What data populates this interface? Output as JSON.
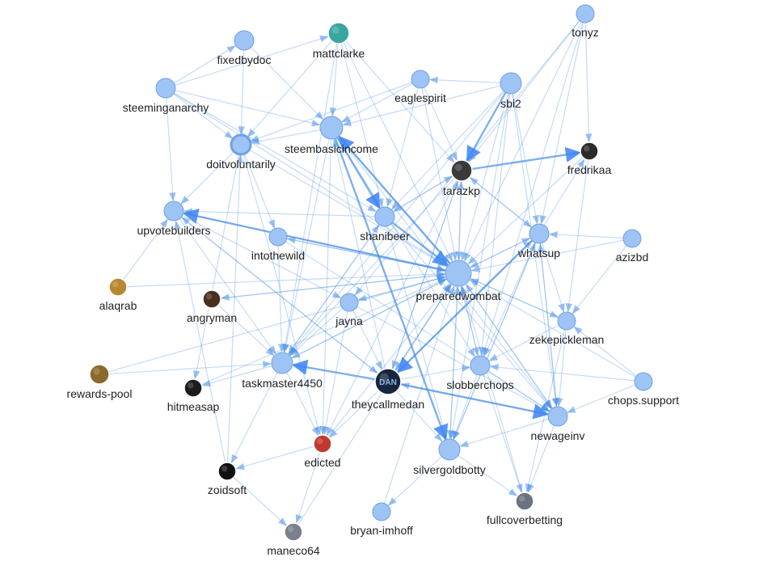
{
  "graph": {
    "colors": {
      "node_fill": "#9ec3f5",
      "node_stroke": "#6fa1e6",
      "edge": "#4a8fe7",
      "label": "#222222"
    },
    "nodes": [
      {
        "id": "tonyz",
        "label": "tonyz",
        "avatar": false
      },
      {
        "id": "fixedbydoc",
        "label": "fixedbydoc",
        "avatar": false
      },
      {
        "id": "mattclarke",
        "label": "mattclarke",
        "avatar": true,
        "avatar_color": "#3aa6a0"
      },
      {
        "id": "eaglespirit",
        "label": "eaglespirit",
        "avatar": false
      },
      {
        "id": "sbi2",
        "label": "sbi2",
        "avatar": false
      },
      {
        "id": "steeminganarchy",
        "label": "steeminganarchy",
        "avatar": false
      },
      {
        "id": "steembasicincome",
        "label": "steembasicincome",
        "avatar": false
      },
      {
        "id": "doitvoluntarily",
        "label": "doitvoluntarily",
        "avatar": false
      },
      {
        "id": "fredrikaa",
        "label": "fredrikaa",
        "avatar": true,
        "avatar_color": "#2b2b2b"
      },
      {
        "id": "tarazkp",
        "label": "tarazkp",
        "avatar": true,
        "avatar_color": "#3a3a3a"
      },
      {
        "id": "upvotebuilders",
        "label": "upvotebuilders",
        "avatar": false
      },
      {
        "id": "shanibeer",
        "label": "shanibeer",
        "avatar": false
      },
      {
        "id": "intothewild",
        "label": "intothewild",
        "avatar": false
      },
      {
        "id": "whatsup",
        "label": "whatsup",
        "avatar": false
      },
      {
        "id": "azizbd",
        "label": "azizbd",
        "avatar": false
      },
      {
        "id": "alaqrab",
        "label": "alaqrab",
        "avatar": true,
        "avatar_color": "#b8872f"
      },
      {
        "id": "preparedwombat",
        "label": "preparedwombat",
        "avatar": false
      },
      {
        "id": "angryman",
        "label": "angryman",
        "avatar": true,
        "avatar_color": "#4a2e1e"
      },
      {
        "id": "jayna",
        "label": "jayna",
        "avatar": false
      },
      {
        "id": "zekepickleman",
        "label": "zekepickleman",
        "avatar": false
      },
      {
        "id": "taskmaster4450",
        "label": "taskmaster4450",
        "avatar": false
      },
      {
        "id": "rewards-pool",
        "label": "rewards-pool",
        "avatar": true,
        "avatar_color": "#8a6a2a"
      },
      {
        "id": "slobberchops",
        "label": "slobberchops",
        "avatar": false
      },
      {
        "id": "chops.support",
        "label": "chops.support",
        "avatar": false
      },
      {
        "id": "theycallmedan",
        "label": "theycallmedan",
        "avatar": true,
        "avatar_color": "#16263f",
        "avatar_text": "DAN"
      },
      {
        "id": "hitmeasap",
        "label": "hitmeasap",
        "avatar": true,
        "avatar_color": "#1c1c1c"
      },
      {
        "id": "newageinv",
        "label": "newageinv",
        "avatar": false
      },
      {
        "id": "edicted",
        "label": "edicted",
        "avatar": true,
        "avatar_color": "#c0392b"
      },
      {
        "id": "silvergoldbotty",
        "label": "silvergoldbotty",
        "avatar": false
      },
      {
        "id": "zoidsoft",
        "label": "zoidsoft",
        "avatar": true,
        "avatar_color": "#111111"
      },
      {
        "id": "fullcoverbetting",
        "label": "fullcoverbetting",
        "avatar": true,
        "avatar_color": "#6b7280"
      },
      {
        "id": "bryan-imhoff",
        "label": "bryan-imhoff",
        "avatar": false
      },
      {
        "id": "maneco64",
        "label": "maneco64",
        "avatar": true,
        "avatar_color": "#7a7f8a"
      }
    ],
    "edges": [
      [
        "theycallmedan",
        "taskmaster4450"
      ],
      [
        "theycallmedan",
        "newageinv"
      ],
      [
        "theycallmedan",
        "edicted"
      ],
      [
        "theycallmedan",
        "preparedwombat"
      ],
      [
        "theycallmedan",
        "tarazkp"
      ],
      [
        "theycallmedan",
        "whatsup"
      ],
      [
        "theycallmedan",
        "slobberchops"
      ],
      [
        "theycallmedan",
        "silvergoldbotty"
      ],
      [
        "theycallmedan",
        "steembasicincome"
      ],
      [
        "theycallmedan",
        "upvotebuilders"
      ],
      [
        "sbi2",
        "steembasicincome"
      ],
      [
        "sbi2",
        "eaglespirit"
      ],
      [
        "sbi2",
        "tarazkp"
      ],
      [
        "sbi2",
        "whatsup"
      ],
      [
        "sbi2",
        "preparedwombat"
      ],
      [
        "sbi2",
        "slobberchops"
      ],
      [
        "sbi2",
        "newageinv"
      ],
      [
        "sbi2",
        "taskmaster4450"
      ],
      [
        "sbi2",
        "shanibeer"
      ],
      [
        "sbi2",
        "silvergoldbotty"
      ],
      [
        "steembasicincome",
        "shanibeer"
      ],
      [
        "steembasicincome",
        "preparedwombat"
      ],
      [
        "steembasicincome",
        "silvergoldbotty"
      ],
      [
        "steembasicincome",
        "taskmaster4450"
      ],
      [
        "steembasicincome",
        "newageinv"
      ],
      [
        "steembasicincome",
        "slobberchops"
      ],
      [
        "steembasicincome",
        "doitvoluntarily"
      ],
      [
        "steembasicincome",
        "edicted"
      ],
      [
        "mattclarke",
        "tarazkp"
      ],
      [
        "mattclarke",
        "steembasicincome"
      ],
      [
        "mattclarke",
        "doitvoluntarily"
      ],
      [
        "mattclarke",
        "preparedwombat"
      ],
      [
        "mattclarke",
        "shanibeer"
      ],
      [
        "mattclarke",
        "taskmaster4450"
      ],
      [
        "tarazkp",
        "fredrikaa"
      ],
      [
        "tarazkp",
        "preparedwombat"
      ],
      [
        "tarazkp",
        "whatsup"
      ],
      [
        "tarazkp",
        "shanibeer"
      ],
      [
        "tarazkp",
        "taskmaster4450"
      ],
      [
        "tarazkp",
        "edicted"
      ],
      [
        "tarazkp",
        "theycallmedan"
      ],
      [
        "shanibeer",
        "preparedwombat"
      ],
      [
        "shanibeer",
        "upvotebuilders"
      ],
      [
        "shanibeer",
        "taskmaster4450"
      ],
      [
        "shanibeer",
        "newageinv"
      ],
      [
        "shanibeer",
        "silvergoldbotty"
      ],
      [
        "shanibeer",
        "tarazkp"
      ],
      [
        "preparedwombat",
        "steembasicincome"
      ],
      [
        "preparedwombat",
        "upvotebuilders"
      ],
      [
        "preparedwombat",
        "taskmaster4450"
      ],
      [
        "preparedwombat",
        "jayna"
      ],
      [
        "preparedwombat",
        "slobberchops"
      ],
      [
        "preparedwombat",
        "newageinv"
      ],
      [
        "preparedwombat",
        "whatsup"
      ],
      [
        "preparedwombat",
        "theycallmedan"
      ],
      [
        "preparedwombat",
        "silvergoldbotty"
      ],
      [
        "preparedwombat",
        "zekepickleman"
      ],
      [
        "preparedwombat",
        "angryman"
      ],
      [
        "preparedwombat",
        "intothewild"
      ],
      [
        "preparedwombat",
        "tarazkp"
      ],
      [
        "whatsup",
        "preparedwombat"
      ],
      [
        "whatsup",
        "fredrikaa"
      ],
      [
        "whatsup",
        "zekepickleman"
      ],
      [
        "whatsup",
        "newageinv"
      ],
      [
        "whatsup",
        "slobberchops"
      ],
      [
        "whatsup",
        "theycallmedan"
      ],
      [
        "whatsup",
        "tarazkp"
      ],
      [
        "whatsup",
        "silvergoldbotty"
      ],
      [
        "tonyz",
        "fredrikaa"
      ],
      [
        "tonyz",
        "whatsup"
      ],
      [
        "tonyz",
        "preparedwombat"
      ],
      [
        "tonyz",
        "tarazkp"
      ],
      [
        "tonyz",
        "slobberchops"
      ],
      [
        "tonyz",
        "jayna"
      ],
      [
        "eaglespirit",
        "steembasicincome"
      ],
      [
        "eaglespirit",
        "doitvoluntarily"
      ],
      [
        "eaglespirit",
        "shanibeer"
      ],
      [
        "eaglespirit",
        "tarazkp"
      ],
      [
        "eaglespirit",
        "preparedwombat"
      ],
      [
        "fixedbydoc",
        "doitvoluntarily"
      ],
      [
        "fixedbydoc",
        "steembasicincome"
      ],
      [
        "steeminganarchy",
        "doitvoluntarily"
      ],
      [
        "steeminganarchy",
        "steembasicincome"
      ],
      [
        "steeminganarchy",
        "preparedwombat"
      ],
      [
        "steeminganarchy",
        "shanibeer"
      ],
      [
        "steeminganarchy",
        "upvotebuilders"
      ],
      [
        "steeminganarchy",
        "fixedbydoc"
      ],
      [
        "steeminganarchy",
        "mattclarke"
      ],
      [
        "doitvoluntarily",
        "upvotebuilders"
      ],
      [
        "doitvoluntarily",
        "intothewild"
      ],
      [
        "doitvoluntarily",
        "preparedwombat"
      ],
      [
        "doitvoluntarily",
        "edicted"
      ],
      [
        "doitvoluntarily",
        "hitmeasap"
      ],
      [
        "upvotebuilders",
        "preparedwombat"
      ],
      [
        "upvotebuilders",
        "jayna"
      ],
      [
        "upvotebuilders",
        "taskmaster4450"
      ],
      [
        "upvotebuilders",
        "theycallmedan"
      ],
      [
        "intothewild",
        "preparedwombat"
      ],
      [
        "intothewild",
        "taskmaster4450"
      ],
      [
        "intothewild",
        "newageinv"
      ],
      [
        "azizbd",
        "whatsup"
      ],
      [
        "azizbd",
        "preparedwombat"
      ],
      [
        "azizbd",
        "zekepickleman"
      ],
      [
        "alaqrab",
        "upvotebuilders"
      ],
      [
        "alaqrab",
        "preparedwombat"
      ],
      [
        "angryman",
        "preparedwombat"
      ],
      [
        "angryman",
        "taskmaster4450"
      ],
      [
        "jayna",
        "preparedwombat"
      ],
      [
        "jayna",
        "taskmaster4450"
      ],
      [
        "jayna",
        "edicted"
      ],
      [
        "jayna",
        "theycallmedan"
      ],
      [
        "jayna",
        "newageinv"
      ],
      [
        "zekepickleman",
        "newageinv"
      ],
      [
        "zekepickleman",
        "preparedwombat"
      ],
      [
        "zekepickleman",
        "fullcoverbetting"
      ],
      [
        "zekepickleman",
        "slobberchops"
      ],
      [
        "taskmaster4450",
        "preparedwombat"
      ],
      [
        "taskmaster4450",
        "edicted"
      ],
      [
        "taskmaster4450",
        "hitmeasap"
      ],
      [
        "taskmaster4450",
        "zoidsoft"
      ],
      [
        "taskmaster4450",
        "shanibeer"
      ],
      [
        "rewards-pool",
        "preparedwombat"
      ],
      [
        "rewards-pool",
        "taskmaster4450"
      ],
      [
        "slobberchops",
        "newageinv"
      ],
      [
        "slobberchops",
        "silvergoldbotty"
      ],
      [
        "slobberchops",
        "fullcoverbetting"
      ],
      [
        "slobberchops",
        "preparedwombat"
      ],
      [
        "chops.support",
        "slobberchops"
      ],
      [
        "chops.support",
        "newageinv"
      ],
      [
        "chops.support",
        "zekepickleman"
      ],
      [
        "chops.support",
        "preparedwombat"
      ],
      [
        "newageinv",
        "silvergoldbotty"
      ],
      [
        "newageinv",
        "fullcoverbetting"
      ],
      [
        "newageinv",
        "whatsup"
      ],
      [
        "newageinv",
        "theycallmedan"
      ],
      [
        "newageinv",
        "preparedwombat"
      ],
      [
        "silvergoldbotty",
        "fullcoverbetting"
      ],
      [
        "silvergoldbotty",
        "bryan-imhoff"
      ],
      [
        "silvergoldbotty",
        "preparedwombat"
      ],
      [
        "silvergoldbotty",
        "whatsup"
      ],
      [
        "edicted",
        "maneco64"
      ],
      [
        "edicted",
        "zoidsoft"
      ],
      [
        "edicted",
        "preparedwombat"
      ],
      [
        "zoidsoft",
        "maneco64"
      ],
      [
        "zoidsoft",
        "doitvoluntarily"
      ],
      [
        "zoidsoft",
        "upvotebuilders"
      ],
      [
        "hitmeasap",
        "preparedwombat"
      ],
      [
        "bryan-imhoff",
        "preparedwombat"
      ],
      [
        "maneco64",
        "preparedwombat"
      ],
      [
        "fredrikaa",
        "preparedwombat"
      ],
      [
        "fredrikaa",
        "zekepickleman"
      ],
      [
        "fullcoverbetting",
        "preparedwombat"
      ]
    ],
    "heavy_edges": [
      [
        "theycallmedan",
        "taskmaster4450"
      ],
      [
        "theycallmedan",
        "newageinv"
      ],
      [
        "steembasicincome",
        "shanibeer"
      ],
      [
        "steembasicincome",
        "silvergoldbotty"
      ],
      [
        "preparedwombat",
        "upvotebuilders"
      ],
      [
        "shanibeer",
        "preparedwombat"
      ],
      [
        "sbi2",
        "tarazkp"
      ],
      [
        "tarazkp",
        "fredrikaa"
      ],
      [
        "preparedwombat",
        "steembasicincome"
      ],
      [
        "whatsup",
        "theycallmedan"
      ]
    ]
  }
}
